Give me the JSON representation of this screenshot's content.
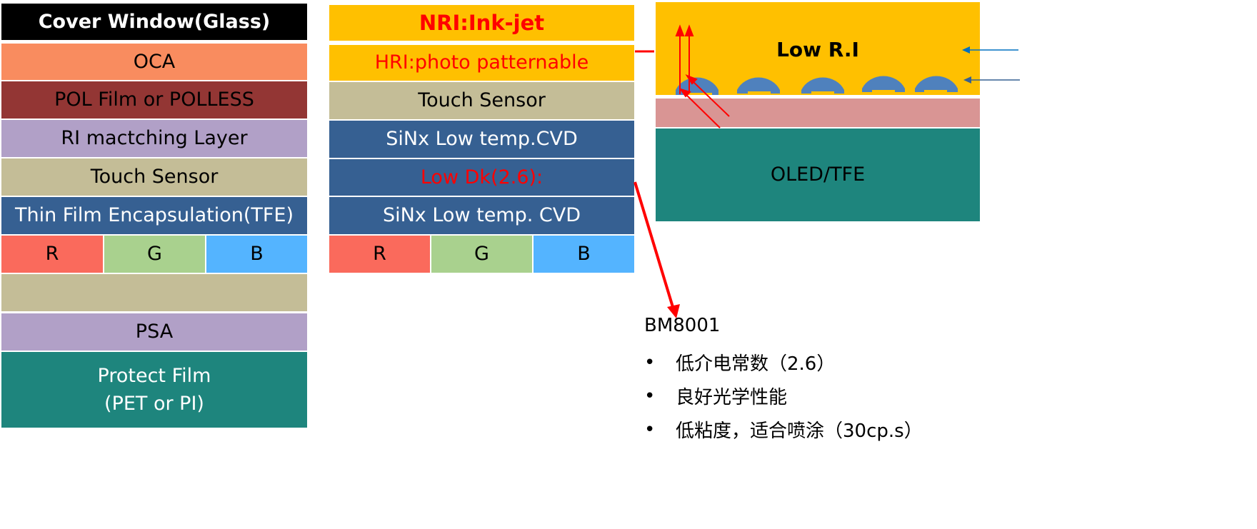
{
  "left_stack": {
    "layers": [
      {
        "label": "Cover Window(Glass)",
        "color": "#000000",
        "text_color": "#ffffff",
        "bold": true
      },
      {
        "label": "OCA",
        "color": "#f98c5f"
      },
      {
        "label": "POL Film or POLLESS",
        "color": "#933634"
      },
      {
        "label": "RI mactching Layer",
        "color": "#b1a0c7"
      },
      {
        "label": "Touch Sensor",
        "color": "#c4bd97"
      },
      {
        "label": "Thin Film Encapsulation(TFE)",
        "color": "#366092",
        "text_color": "#ffffff"
      },
      {
        "label": "",
        "color": "#c4bd97"
      },
      {
        "label": "PSA",
        "color": "#b1a0c7"
      },
      {
        "label": "Protect Film",
        "label2": "(PET or PI)",
        "color": "#1e857d",
        "text_color": "#ffffff"
      }
    ],
    "rgb": [
      {
        "label": "R",
        "color": "#fa6a5c"
      },
      {
        "label": "G",
        "color": "#a9d18e"
      },
      {
        "label": "B",
        "color": "#54b4ff"
      }
    ]
  },
  "middle_stack": {
    "layers": [
      {
        "label": "NRI:Ink-jet",
        "color": "#ffc000",
        "text_color": "#ff0000",
        "bold": true
      },
      {
        "label": "HRI:photo patternable",
        "color": "#ffc000",
        "text_color": "#ff0000"
      },
      {
        "label": "Touch Sensor",
        "color": "#c4bd97"
      },
      {
        "label": "SiNx Low temp.CVD",
        "color": "#366092",
        "text_color": "#ffffff"
      },
      {
        "label": "Low Dk(2.6):",
        "color": "#366092",
        "text_color": "#ff0000"
      },
      {
        "label": "SiNx Low temp. CVD",
        "color": "#366092",
        "text_color": "#ffffff"
      }
    ],
    "rgb": [
      {
        "label": "R",
        "color": "#fa6a5c"
      },
      {
        "label": "G",
        "color": "#a9d18e"
      },
      {
        "label": "B",
        "color": "#54b4ff"
      }
    ]
  },
  "right_diagram": {
    "top_label": "Low R.I",
    "bottom_label": "OLED/TFE",
    "colors": {
      "low_ri": "#ffc000",
      "lens": "#4f81bd",
      "middle": "#d99594",
      "oled": "#1e857d",
      "arrow_red": "#ff0000",
      "arrow_blue": "#0070c0"
    }
  },
  "material_note": {
    "title": "BM8001",
    "bullets": [
      "低介电常数（2.6）",
      "良好光学性能",
      "低粘度，适合喷涂（30cp.s）"
    ],
    "bullet_glyph": "•"
  }
}
